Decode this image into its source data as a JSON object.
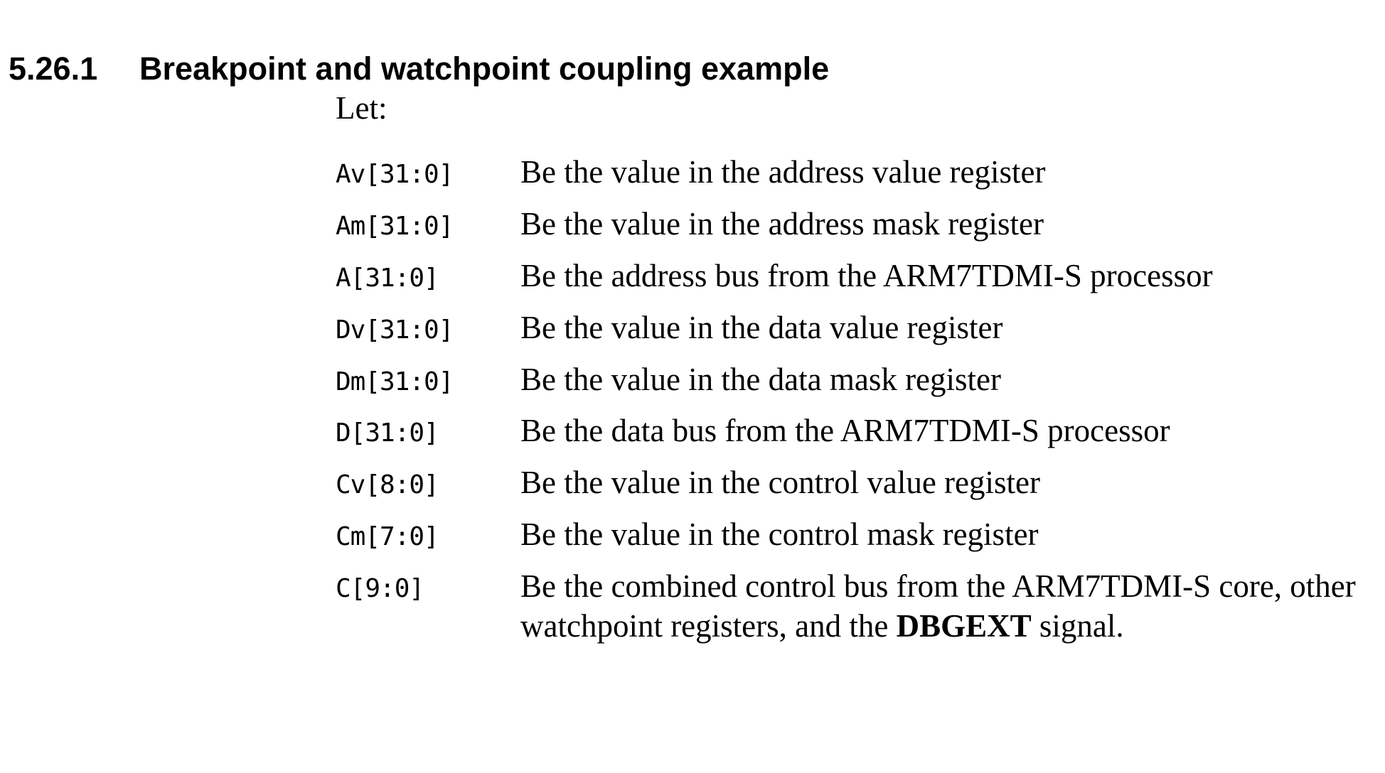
{
  "section": {
    "number": "5.26.1",
    "title": "Breakpoint and watchpoint coupling example"
  },
  "intro": "Let:",
  "definitions": [
    {
      "term": "Av[31:0]",
      "description": "Be the value in the address value register"
    },
    {
      "term": "Am[31:0]",
      "description": "Be the value in the address mask register"
    },
    {
      "term": "A[31:0]",
      "description": "Be the address bus from the ARM7TDMI-S processor"
    },
    {
      "term": "Dv[31:0]",
      "description": "Be the value in the data value register"
    },
    {
      "term": "Dm[31:0]",
      "description": "Be the value in the data mask register"
    },
    {
      "term": "D[31:0]",
      "description": "Be the data bus from the ARM7TDMI-S processor"
    },
    {
      "term": "Cv[8:0]",
      "description": "Be the value in the control value register"
    },
    {
      "term": "Cm[7:0]",
      "description": "Be the value in the control mask register"
    },
    {
      "term": "C[9:0]",
      "description_line1": "Be the combined control bus from the ARM7TDMI-S core, other",
      "description_line2_pre": "watchpoint registers, and the ",
      "description_line2_bold": "DBGEXT",
      "description_line2_post": " signal."
    }
  ]
}
